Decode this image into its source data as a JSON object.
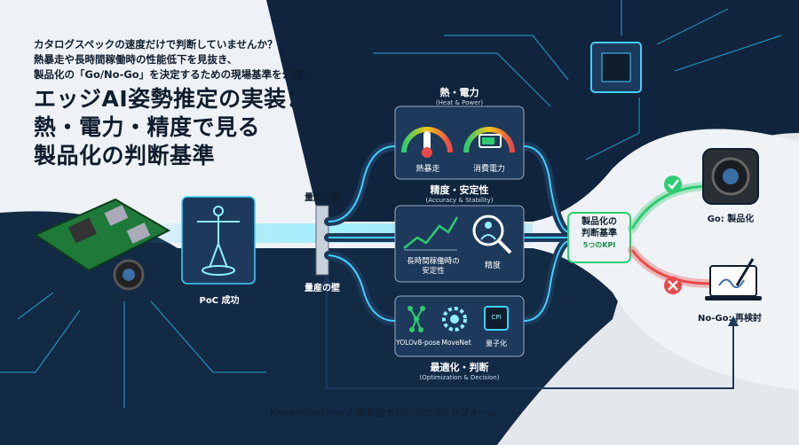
{
  "intro": {
    "line1": "カタログスペックの速度だけで判断していませんか？",
    "line2": "熱暴走や長時間稼働時の性能低下を見抜き、",
    "line3": "製品化の「Go/No-Go」を決定するための現場基準を公開。"
  },
  "title": {
    "line1": "エッジAI姿勢推定の実装：",
    "line2": "熱・電力・精度で見る",
    "line3": "製品化の判断基準"
  },
  "poc": {
    "label": "PoC 成功"
  },
  "wall": {
    "label_top": "量産の壁",
    "label_bottom": "量産の壁"
  },
  "heat_power": {
    "title": "熱・電力",
    "subtitle": "(Heat & Power)",
    "item1": "熱暴走",
    "item2": "消費電力"
  },
  "accuracy": {
    "title": "精度・安定性",
    "subtitle": "(Accuracy & Stability)",
    "item1_line1": "長時間稼働時の",
    "item1_line2": "安定性",
    "item2": "精度"
  },
  "optimization": {
    "title": "最適化・判断",
    "subtitle": "(Optimization & Decision)",
    "item1": "YOLOv8-pose",
    "item2": "MoveNet",
    "item3": "量子化",
    "chip_label": "CPI"
  },
  "criteria": {
    "line1": "製品化の",
    "line2": "判断基準",
    "kpi": "5つのKPI"
  },
  "go": {
    "label": "Go: 製品化"
  },
  "nogo": {
    "label": "No-Go: 再検討"
  },
  "footer": {
    "label": "KnowledgeFlow: AI駆動型ナレッジプラットフォーム"
  },
  "colors": {
    "navy": "#10243d",
    "panel": "#1d3a5c",
    "glow": "#3fd0ff",
    "go": "#2ecc71",
    "nogo": "#e84a4a"
  }
}
